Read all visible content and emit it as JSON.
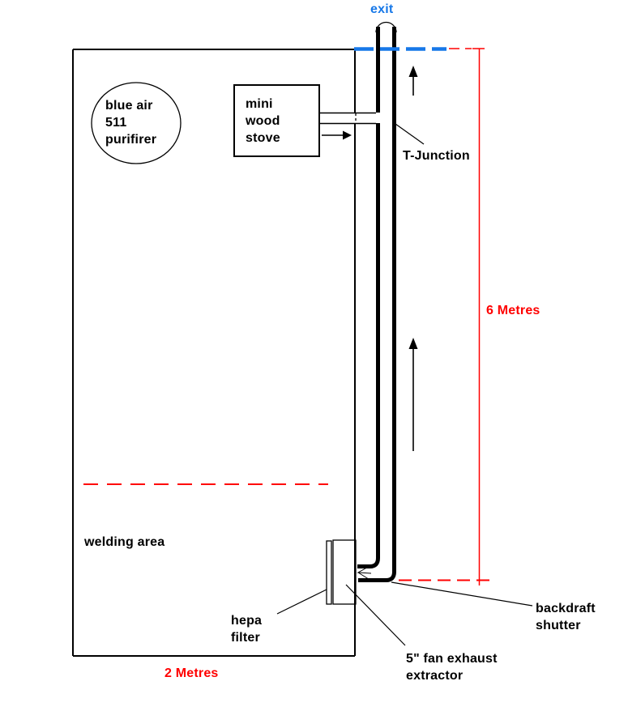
{
  "diagram": {
    "title_hint": "workshop exhaust ventilation sketch",
    "exit_label": "exit",
    "purifier_label": "blue air\n511\npurifirer",
    "stove_label": "mini\nwood\nstove",
    "t_junction_label": "T-Junction",
    "dimension_height_label": "6 Metres",
    "welding_area_label": "welding area",
    "hepa_filter_label": "hepa\nfilter",
    "fan_label": "5\" fan exhaust\nextractor",
    "backdraft_label": "backdraft\nshutter",
    "dimension_width_label": "2 Metres",
    "colors": {
      "flow_blue": "#1778E8",
      "dimension_red": "#FF0000",
      "line_black": "#000000"
    }
  }
}
